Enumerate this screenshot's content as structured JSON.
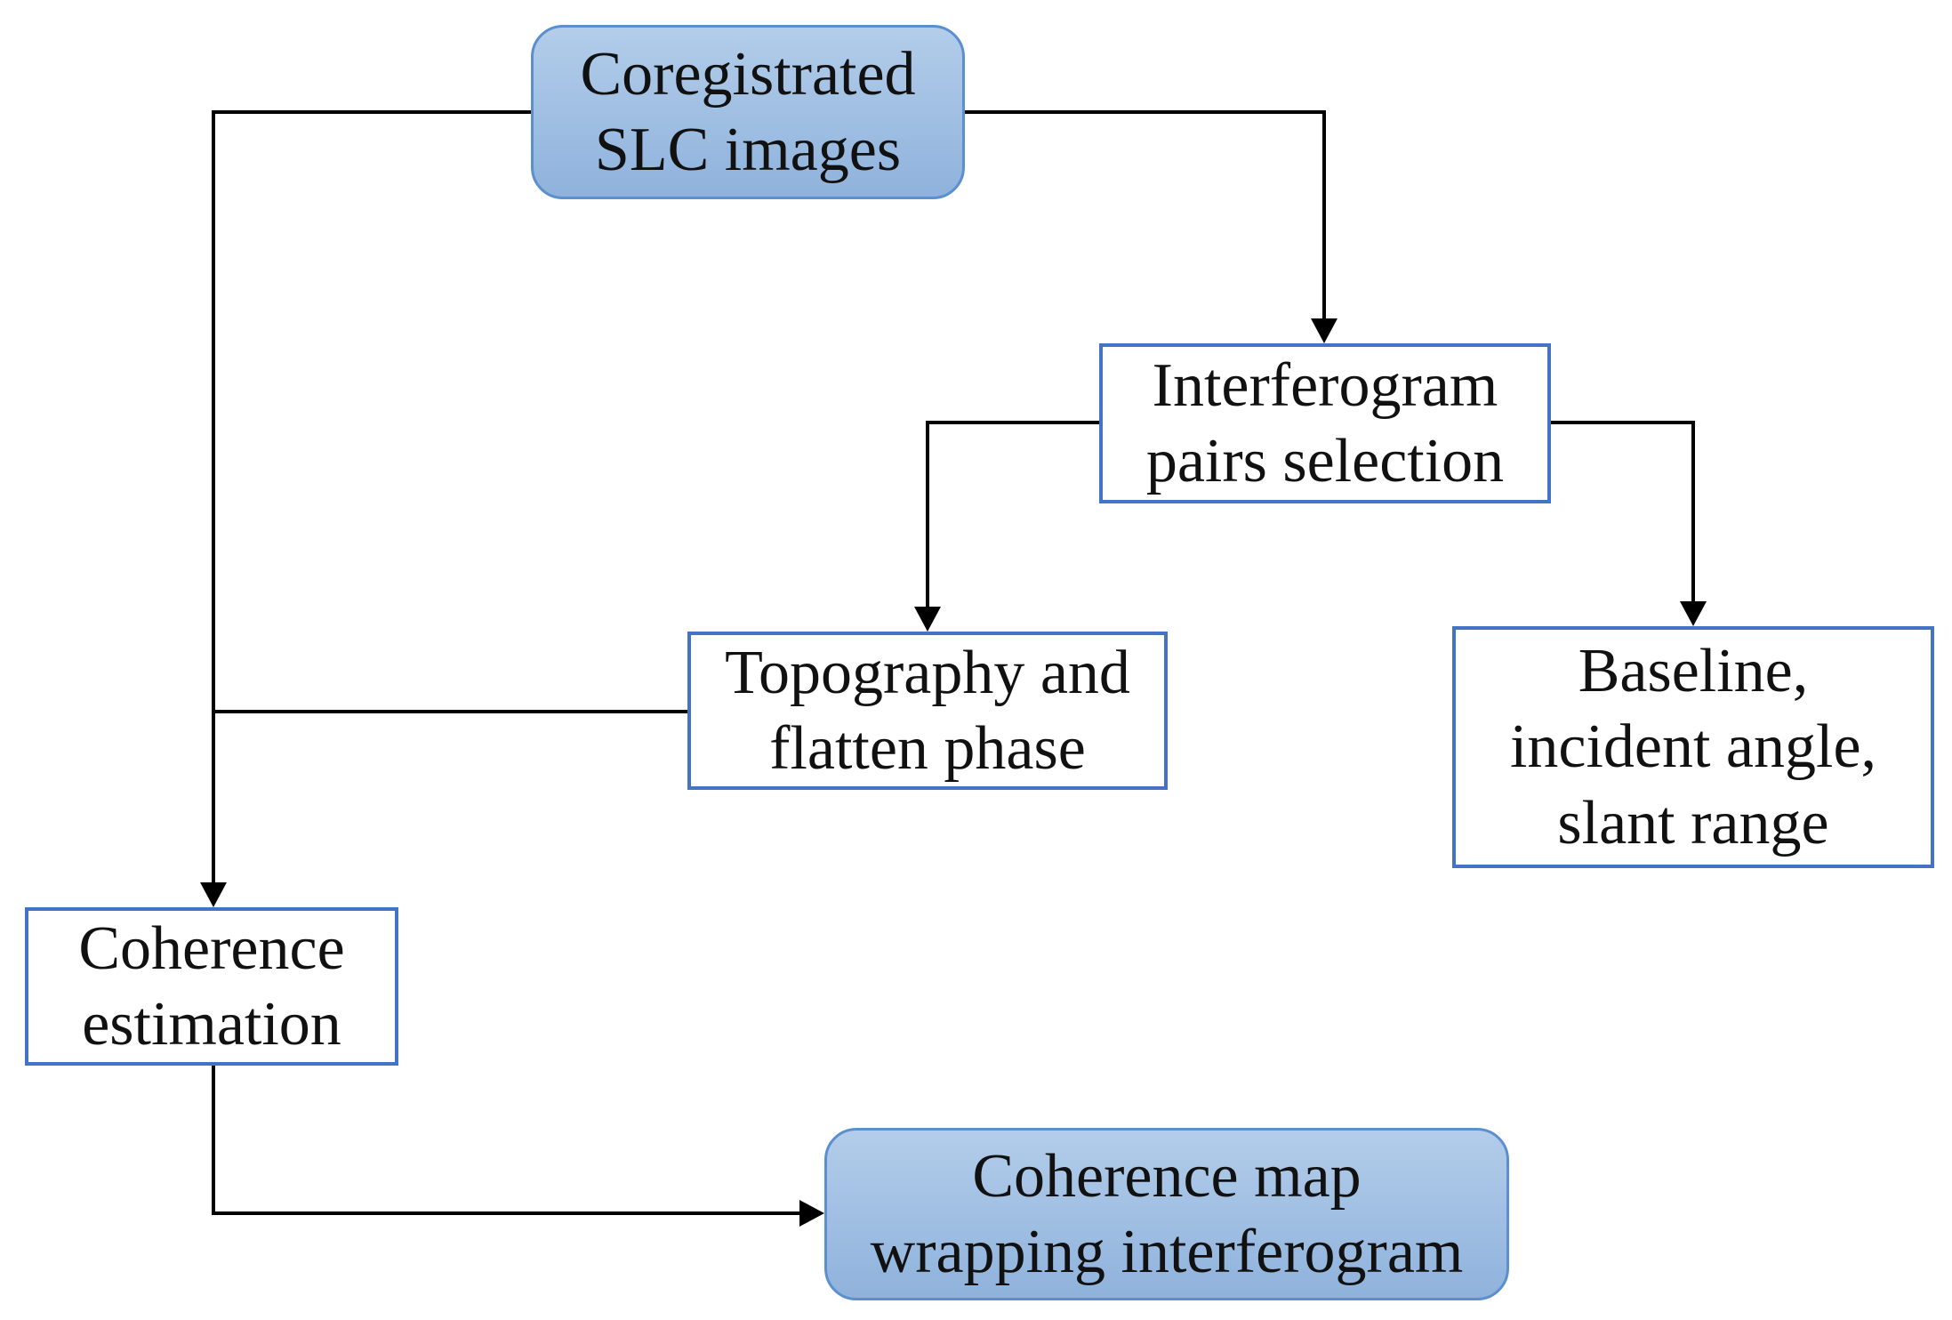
{
  "diagram": {
    "nodes": {
      "coregistrated": {
        "text": "Coregistrated\nSLC images"
      },
      "interferogram": {
        "text": "Interferogram\npairs selection"
      },
      "topography": {
        "text": "Topography and\nflatten phase"
      },
      "baseline": {
        "text": "Baseline,\nincident angle,\nslant range"
      },
      "coherence_estimation": {
        "text": "Coherence\nestimation"
      },
      "coherence_map": {
        "text": "Coherence map\nwrapping interferogram"
      }
    },
    "edges": [
      {
        "from": "coregistrated",
        "to": "interferogram"
      },
      {
        "from": "coregistrated",
        "to": "coherence_estimation"
      },
      {
        "from": "interferogram",
        "to": "topography"
      },
      {
        "from": "interferogram",
        "to": "baseline"
      },
      {
        "from": "topography",
        "to": "coherence_estimation"
      },
      {
        "from": "coherence_estimation",
        "to": "coherence_map"
      }
    ],
    "colors": {
      "rounded_fill_top": "#b3cdea",
      "rounded_fill_bottom": "#8fb2dc",
      "box_border": "#4472c4",
      "connector": "#000000"
    }
  }
}
